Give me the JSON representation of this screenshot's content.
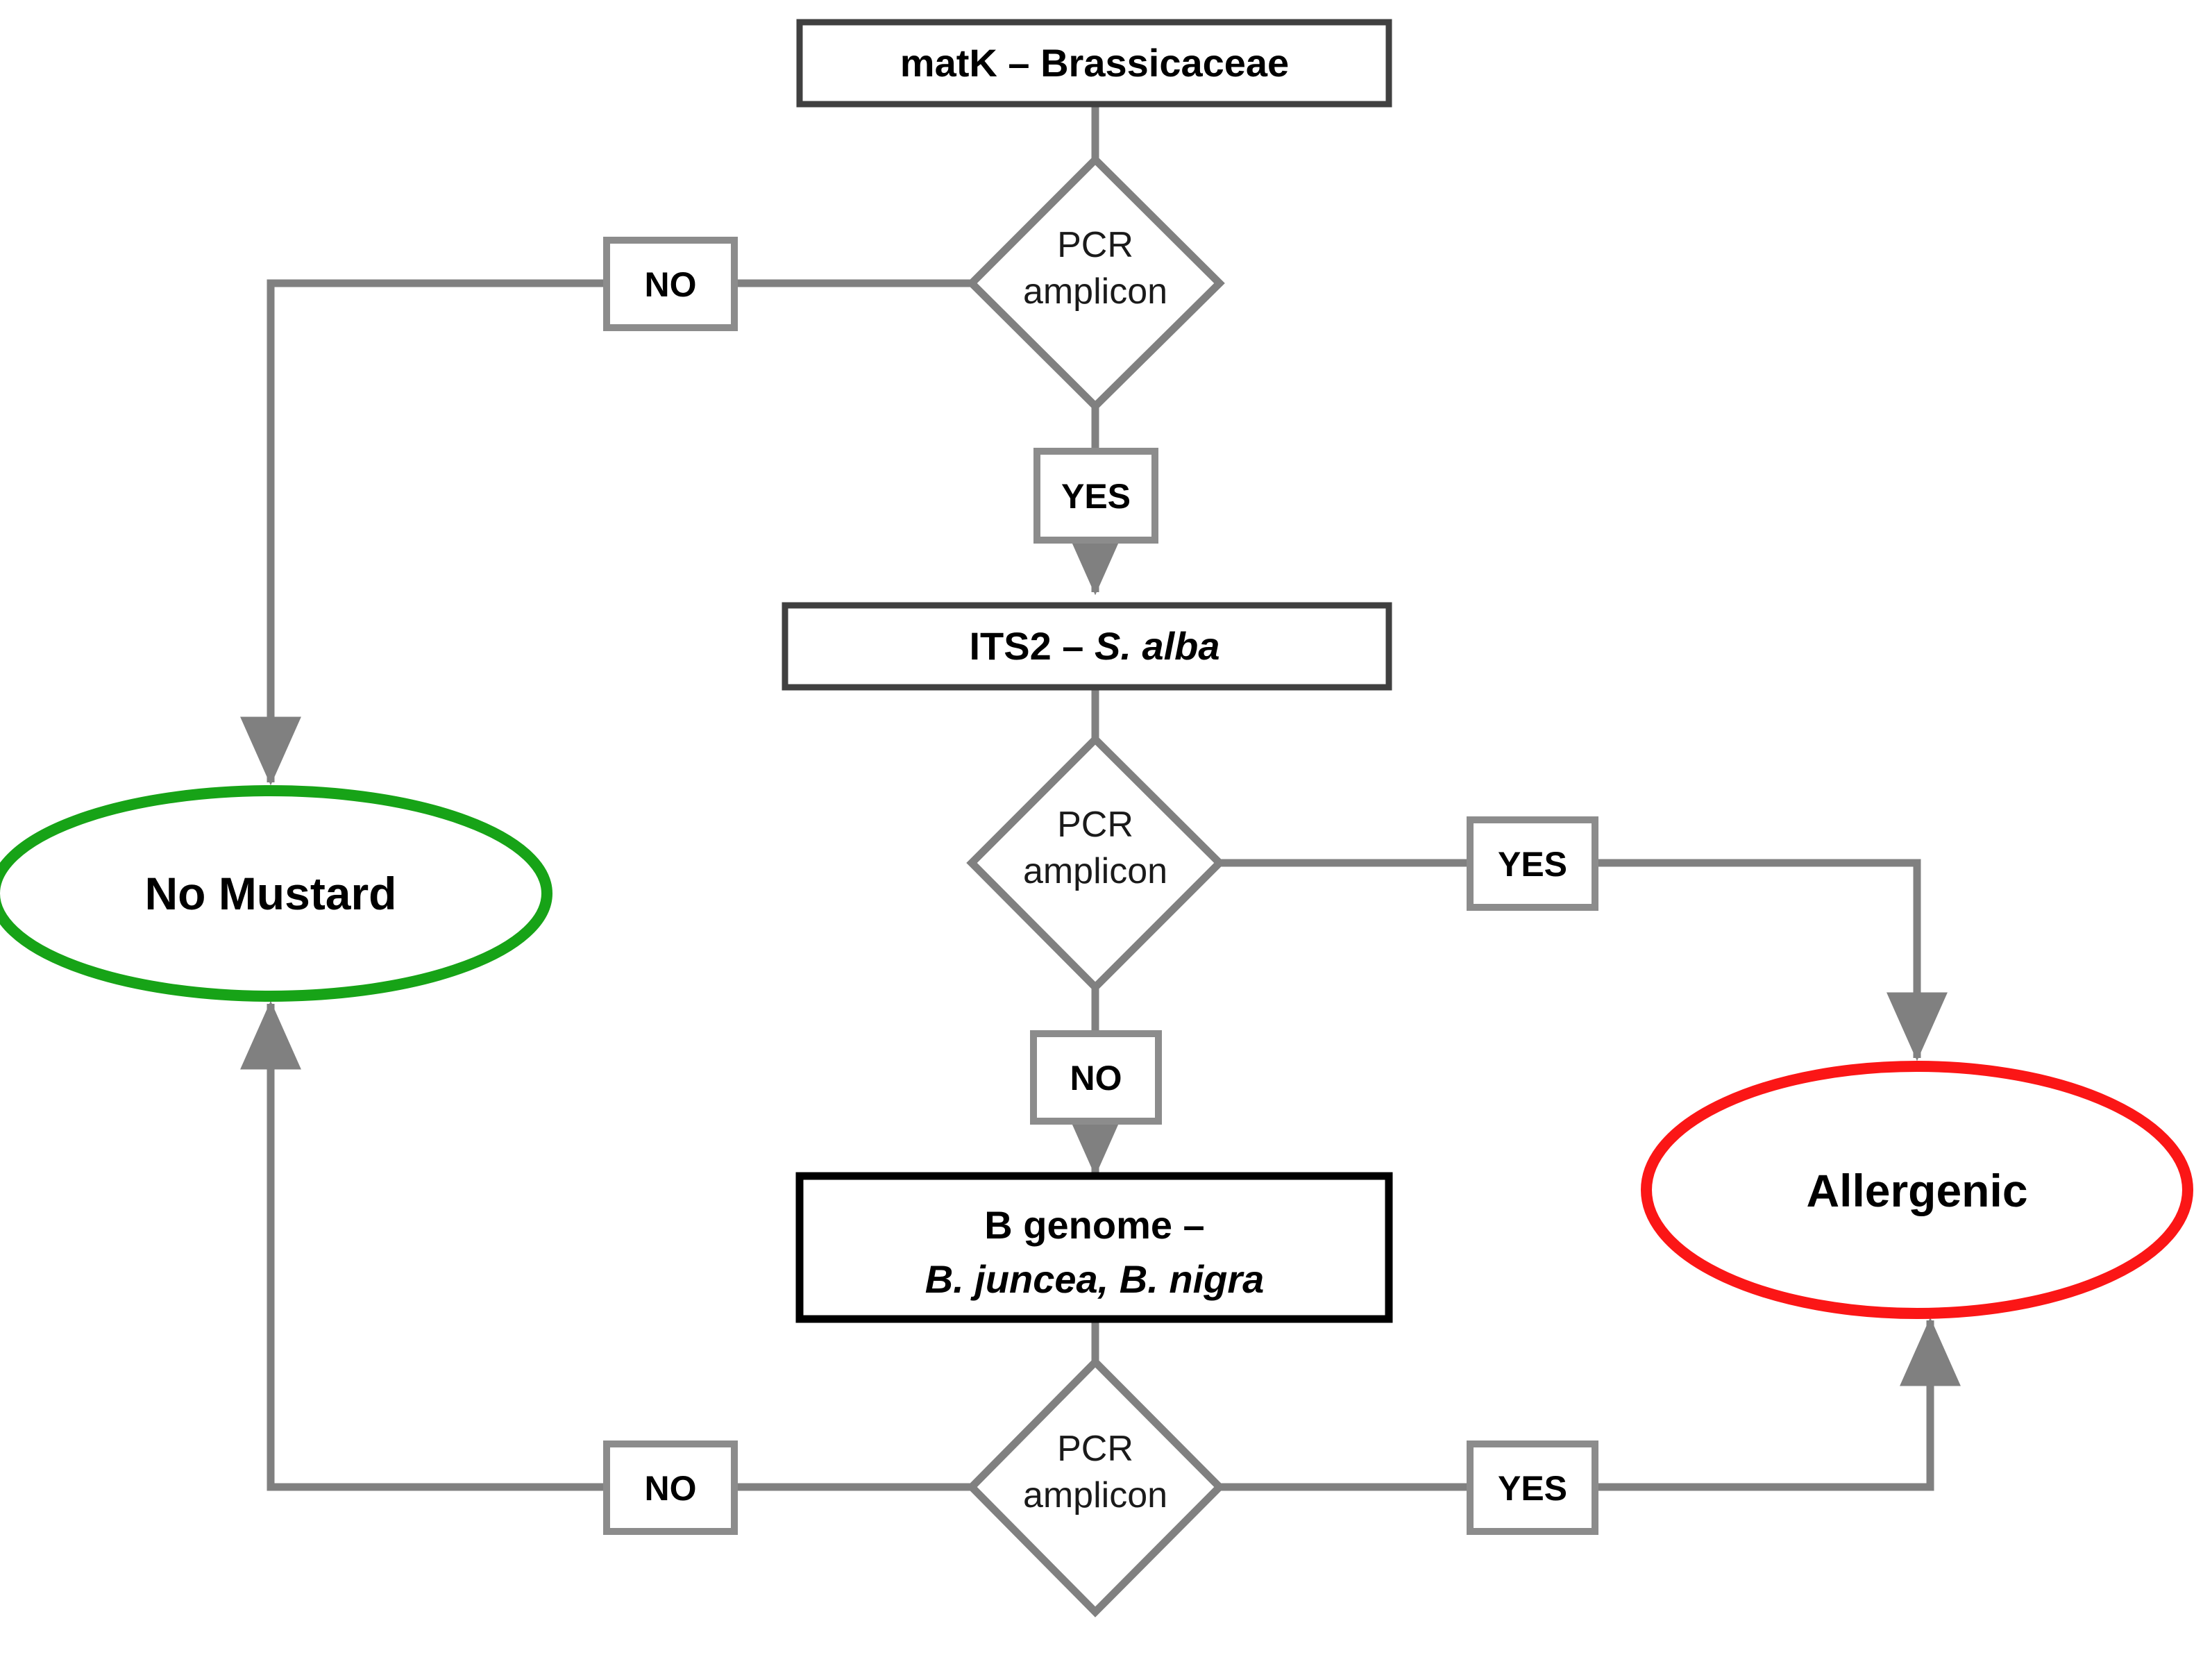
{
  "diagram": {
    "title": "Mustard allergen PCR identification decision flowchart",
    "colors": {
      "connector": "#808080",
      "process_border": "#404040",
      "process_border_dark": "#000000",
      "branch_border": "#8c8c8c",
      "no_mustard_outline": "#17a317",
      "allergenic_outline": "#fb1616",
      "text": "#000000",
      "background": "#ffffff"
    },
    "nodes": {
      "matk": {
        "type": "process",
        "label_plain": "matK",
        "label_sep": " – ",
        "label_italic": "Brassicaceae",
        "italic": false
      },
      "its2": {
        "type": "process",
        "label_plain": "ITS2",
        "label_sep": " – ",
        "label_italic": "S. alba",
        "italic": true
      },
      "bgenome": {
        "type": "process",
        "line1": "B genome –",
        "line2": "B. juncea, B. nigra"
      },
      "decision1": {
        "type": "decision",
        "line1": "PCR",
        "line2": "amplicon"
      },
      "decision2": {
        "type": "decision",
        "line1": "PCR",
        "line2": "amplicon"
      },
      "decision3": {
        "type": "decision",
        "line1": "PCR",
        "line2": "amplicon"
      },
      "no_mustard": {
        "type": "terminal",
        "label": "No Mustard"
      },
      "allergenic": {
        "type": "terminal",
        "label": "Allergenic"
      }
    },
    "branches": {
      "d1_no": "NO",
      "d1_yes": "YES",
      "d2_yes": "YES",
      "d2_no": "NO",
      "d3_no": "NO",
      "d3_yes": "YES"
    }
  }
}
